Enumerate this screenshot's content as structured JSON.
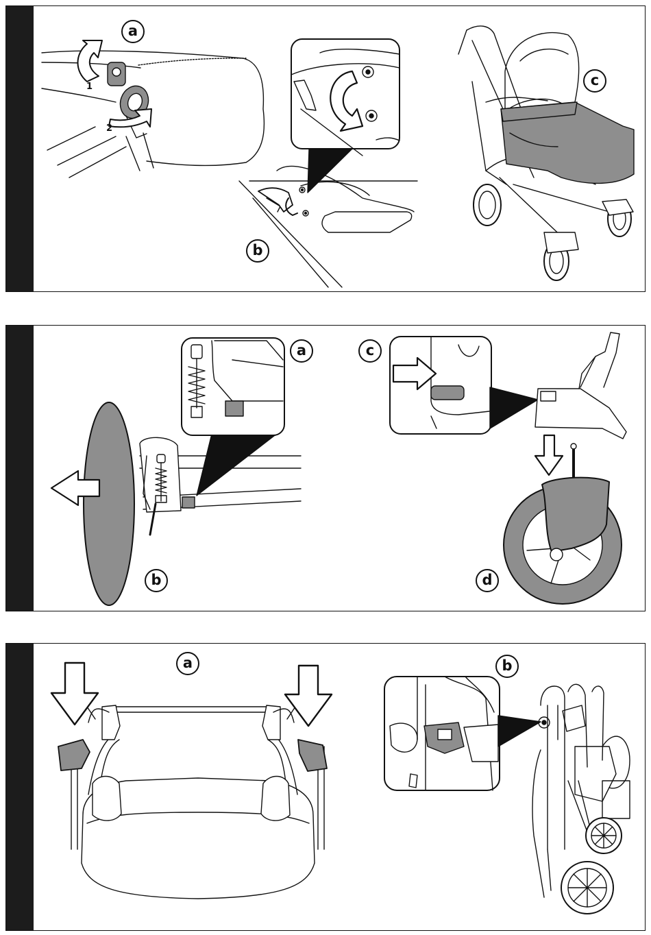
{
  "panels": [
    {
      "step_labels": [
        "a",
        "b",
        "c"
      ],
      "callout_numbers": [
        "1",
        "2"
      ]
    },
    {
      "step_labels": [
        "a",
        "b",
        "c",
        "d"
      ]
    },
    {
      "step_labels": [
        "a",
        "b"
      ]
    }
  ],
  "colors": {
    "tab": "#1c1c1c",
    "fill_grey": "#8e8e8e",
    "line": "#111111"
  }
}
